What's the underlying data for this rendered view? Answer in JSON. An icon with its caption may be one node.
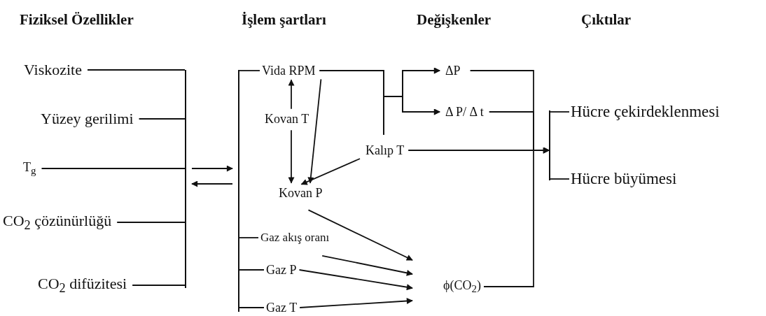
{
  "diagram": {
    "nodes": [
      {
        "text": [
          "Viskozite"
        ]
      },
      {
        "text": [
          "Yüzey gerilimi"
        ]
      },
      {
        "text": [
          "T$_{g}$"
        ]
      },
      {
        "text": [
          "CO$_{2}$ çözünürlüğü"
        ]
      },
      {
        "text": [
          "CO$_{2}$ difüzitesi"
        ]
      },
      {
        "text": [
          "Vida RPM"
        ]
      },
      {
        "text": [
          "Kovan T"
        ]
      },
      {
        "text": [
          "Kalıp T"
        ]
      },
      {
        "text": [
          "Kovan P"
        ]
      },
      {
        "text": [
          "Gaz akış oranı"
        ]
      },
      {
        "text": [
          "Gaz P"
        ]
      },
      {
        "text": [
          "Gaz T"
        ]
      },
      {
        "text": [
          "ΔP"
        ]
      },
      {
        "text": [
          "Δ P/ Δ t"
        ]
      },
      {
        "text": [
          "ϕ(CO$_{2}$)"
        ]
      },
      {
        "text": [
          "Hücre çekirdeklenmesi"
        ]
      },
      {
        "text": [
          "Hücre büyümesi"
        ]
      },
      {
        "text": [],
        "shape": "bar"
      },
      {
        "text": [],
        "shape": "bar"
      },
      {
        "text": [],
        "shape": "bar"
      }
    ],
    "edges": [
      {
        "from": 0,
        "to": 17,
        "arrow": "none"
      },
      {
        "from": 1,
        "to": 17,
        "arrow": "none"
      },
      {
        "from": 2,
        "to": 17,
        "arrow": "none"
      },
      {
        "from": 3,
        "to": 17,
        "arrow": "none"
      },
      {
        "from": 4,
        "to": 17,
        "arrow": "none"
      },
      {
        "from": 17,
        "to": 18,
        "arrow": "to"
      },
      {
        "from": 18,
        "to": 17,
        "arrow": "to"
      },
      {
        "from": 18,
        "to": 5,
        "arrow": "none"
      },
      {
        "from": 18,
        "to": 9,
        "arrow": "none"
      },
      {
        "from": 18,
        "to": 10,
        "arrow": "none"
      },
      {
        "from": 18,
        "to": 11,
        "arrow": "none"
      },
      {
        "from": 6,
        "to": 5,
        "arrow": "to"
      },
      {
        "from": 6,
        "to": 8,
        "arrow": "to"
      },
      {
        "from": 5,
        "to": 8,
        "arrow": "to"
      },
      {
        "from": 7,
        "to": 8,
        "arrow": "to"
      },
      {
        "from": 5,
        "to": 12,
        "arrow": "to"
      },
      {
        "from": 5,
        "to": 13,
        "arrow": "to"
      },
      {
        "from": 7,
        "to": 12,
        "arrow": "to"
      },
      {
        "from": 7,
        "to": 13,
        "arrow": "to"
      },
      {
        "from": 7,
        "to": 19,
        "arrow": "to"
      },
      {
        "from": 12,
        "to": 19,
        "arrow": "to"
      },
      {
        "from": 13,
        "to": 19,
        "arrow": "to"
      },
      {
        "from": 14,
        "to": 19,
        "arrow": "to"
      },
      {
        "from": 19,
        "to": 15,
        "arrow": "none"
      },
      {
        "from": 19,
        "to": 16,
        "arrow": "none"
      },
      {
        "from": 8,
        "to": 14,
        "arrow": "to"
      },
      {
        "from": 9,
        "to": 14,
        "arrow": "to"
      },
      {
        "from": 10,
        "to": 14,
        "arrow": "to"
      },
      {
        "from": 11,
        "to": 14,
        "arrow": "to"
      }
    ],
    "labels": [
      "Fiziksel Özellikler",
      "İşlem şartları",
      "Değişkenler",
      "Çıktılar"
    ]
  }
}
